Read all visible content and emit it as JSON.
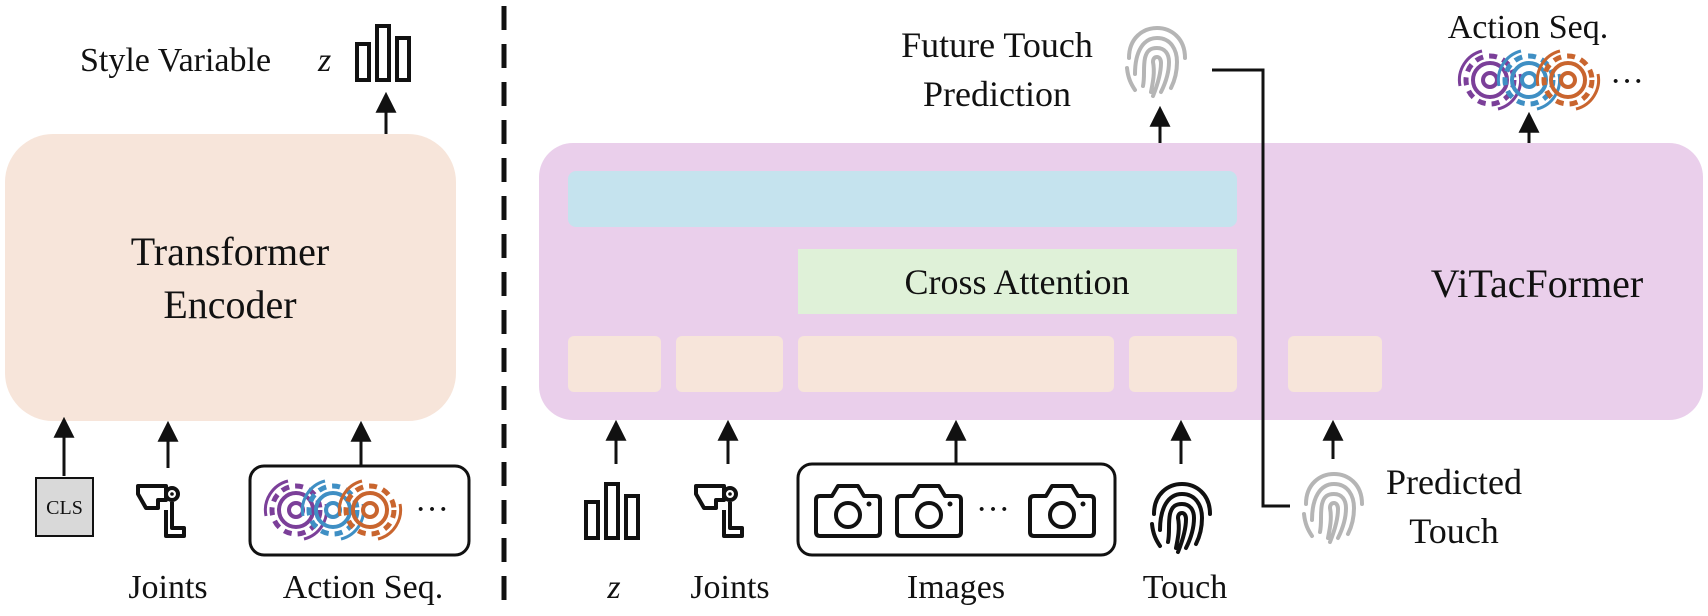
{
  "left": {
    "output_label": "Style Variable",
    "output_var": "z",
    "encoder_line1": "Transformer",
    "encoder_line2": "Encoder",
    "cls_label": "CLS",
    "joints_label": "Joints",
    "action_label": "Action Seq.",
    "ellipsis": "···"
  },
  "right": {
    "model_name": "ViTacFormer",
    "cross_attention": "Cross Attention",
    "future_line1": "Future Touch",
    "future_line2": "Prediction",
    "out_action_label": "Action Seq.",
    "z_label": "z",
    "joints_label": "Joints",
    "images_label": "Images",
    "touch_label": "Touch",
    "predicted_line1": "Predicted",
    "predicted_line2": "Touch",
    "ellipsis": "···"
  },
  "colors": {
    "encoder_fill": "#f7e5da",
    "model_fill": "#eacfeb",
    "decoder_bar": "#c5e3ee",
    "cross_attention_fill": "#dff1d8",
    "token_fill": "#f7e5da",
    "gear_purple": "#7b3f99",
    "gear_blue": "#3f8fc4",
    "gear_orange": "#c9652e",
    "fingerprint_grey": "#b5b5b5"
  },
  "icons": [
    "bar-chart-icon",
    "robot-joint-icon",
    "gear-icon",
    "camera-icon",
    "fingerprint-icon"
  ]
}
